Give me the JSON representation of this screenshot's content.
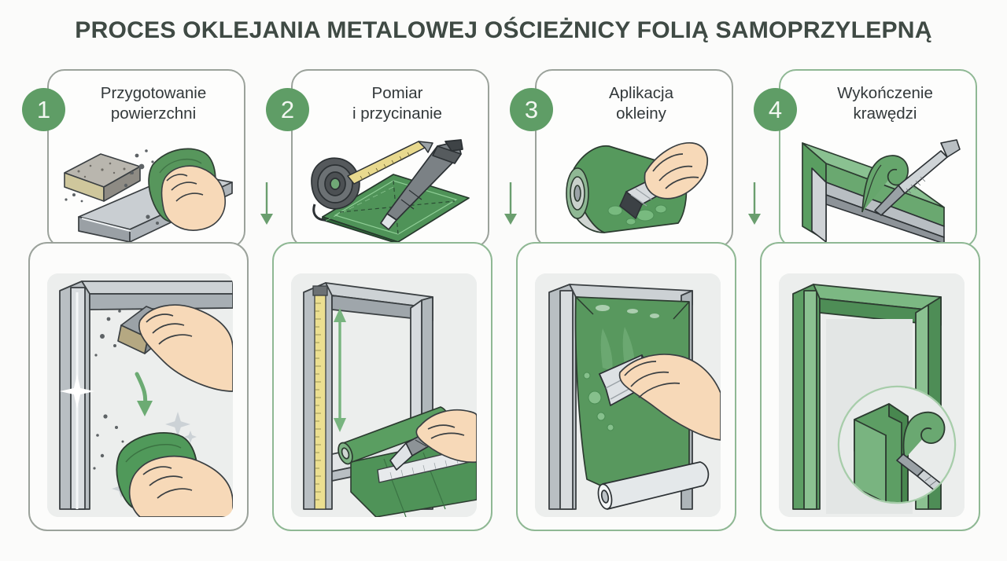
{
  "header": {
    "title": "PROCES OKLEJANIA METALOWEJ OŚCIEŻNICY FOLIĄ SAMOPRZYLEPNĄ"
  },
  "theme": {
    "background": "#fbfbfa",
    "title_color": "#3f4a44",
    "badge_green": "#5f9d66",
    "arrow_green": "#6a9e6e",
    "card_border_gray": "#9ba29b",
    "card_border_green": "#8fb894",
    "foil_green": "#5f9b63",
    "metal_gray": "#b6bcc0",
    "skin": "#f6d7b6"
  },
  "steps": [
    {
      "number": "1",
      "title": "Przygotowanie\npowierzchni",
      "art_name": "step-1-art-sanding-block-and-cloth",
      "detail_name": "detail-1-frame-cleaning",
      "connector": "arrow-down-1-to-2"
    },
    {
      "number": "2",
      "title": "Pomiar\ni przycinanie",
      "art_name": "step-2-art-tape-measure-cutting-mat-knife",
      "detail_name": "detail-2-frame-measuring-and-cutting-roll",
      "connector": "arrow-down-2-to-3"
    },
    {
      "number": "3",
      "title": "Aplikacja\nokleiny",
      "art_name": "step-3-art-foil-roll-and-squeegee",
      "detail_name": "detail-3-applying-foil-with-squeegee",
      "connector": "arrow-down-3-to-4"
    },
    {
      "number": "4",
      "title": "Wykończenie\nkrawędzi",
      "art_name": "step-4-art-corner-trimming-with-blade",
      "detail_name": "detail-4-finished-frame-with-magnifier",
      "connector": null
    }
  ]
}
